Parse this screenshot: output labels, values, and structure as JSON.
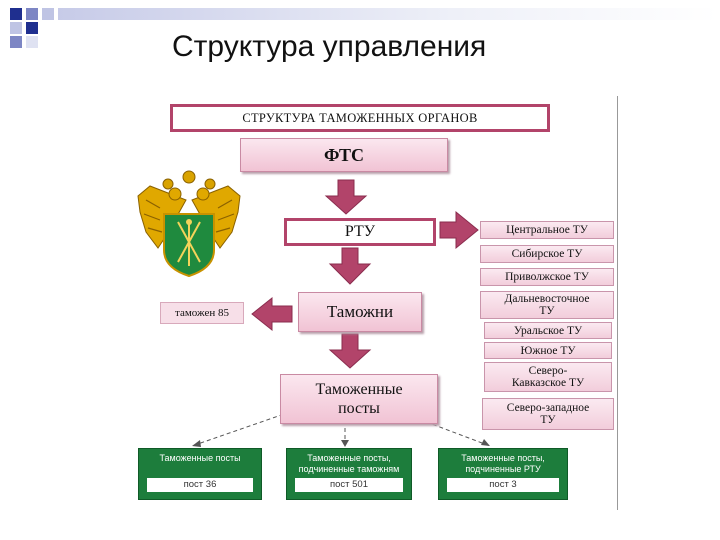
{
  "slide": {
    "title": "Структура управления"
  },
  "diagram": {
    "header": "СТРУКТУРА ТАМОЖЕННЫХ ОРГАНОВ",
    "fts": "ФТС",
    "rtu": "РТУ",
    "customs": "Таможни",
    "posts_line1": "Таможенные",
    "posts_line2": "посты",
    "customs_count": "таможен 85",
    "regional_offices": [
      {
        "line1": "Центральное ТУ",
        "line2": ""
      },
      {
        "line1": "Сибирское ТУ",
        "line2": ""
      },
      {
        "line1": "Приволжское ТУ",
        "line2": ""
      },
      {
        "line1": "Дальневосточное",
        "line2": "ТУ"
      },
      {
        "line1": "Уральское ТУ",
        "line2": ""
      },
      {
        "line1": "Южное ТУ",
        "line2": ""
      },
      {
        "line1": "Северо-",
        "line2": "Кавказское ТУ"
      },
      {
        "line1": "Северо-западное",
        "line2": "ТУ"
      }
    ],
    "post_groups": [
      {
        "line1": "Таможенные посты",
        "line2": "",
        "value": "пост 36"
      },
      {
        "line1": "Таможенные посты,",
        "line2": "подчиненные таможням",
        "value": "пост 501"
      },
      {
        "line1": "Таможенные посты,",
        "line2": "подчиненные РТУ",
        "value": "пост 3"
      }
    ],
    "colors": {
      "accent": "#b2446a",
      "pink": "#f1c3d4",
      "green": "#1d7d3c",
      "slide_squares": "#1f2f8f"
    },
    "emblem": "eagle-emblem-icon"
  }
}
